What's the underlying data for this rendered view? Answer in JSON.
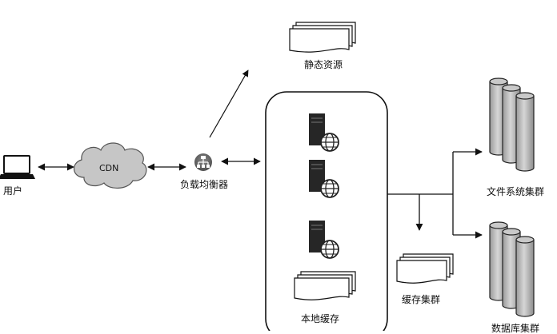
{
  "labels": {
    "user": "用户",
    "cdn": "CDN",
    "load_balancer": "负载均衡器",
    "static_resources": "静态资源",
    "local_cache": "本地缓存",
    "cache_cluster": "缓存集群",
    "file_system_cluster": "文件系统集群",
    "database_cluster": "数据库集群"
  },
  "colors": {
    "line": "#111111",
    "cloud_fill": "#c6c6c6",
    "server_dark": "#262626",
    "cylinder_fill": "#bdbdbd",
    "lb_icon": "#6e6e6e"
  },
  "icons": {
    "user": "laptop-icon",
    "cdn": "cloud-icon",
    "load_balancer": "load-balancer-icon",
    "web_server": "web-server-globe-icon",
    "documents": "document-stack-icon",
    "storage": "database-cylinder-icon"
  }
}
